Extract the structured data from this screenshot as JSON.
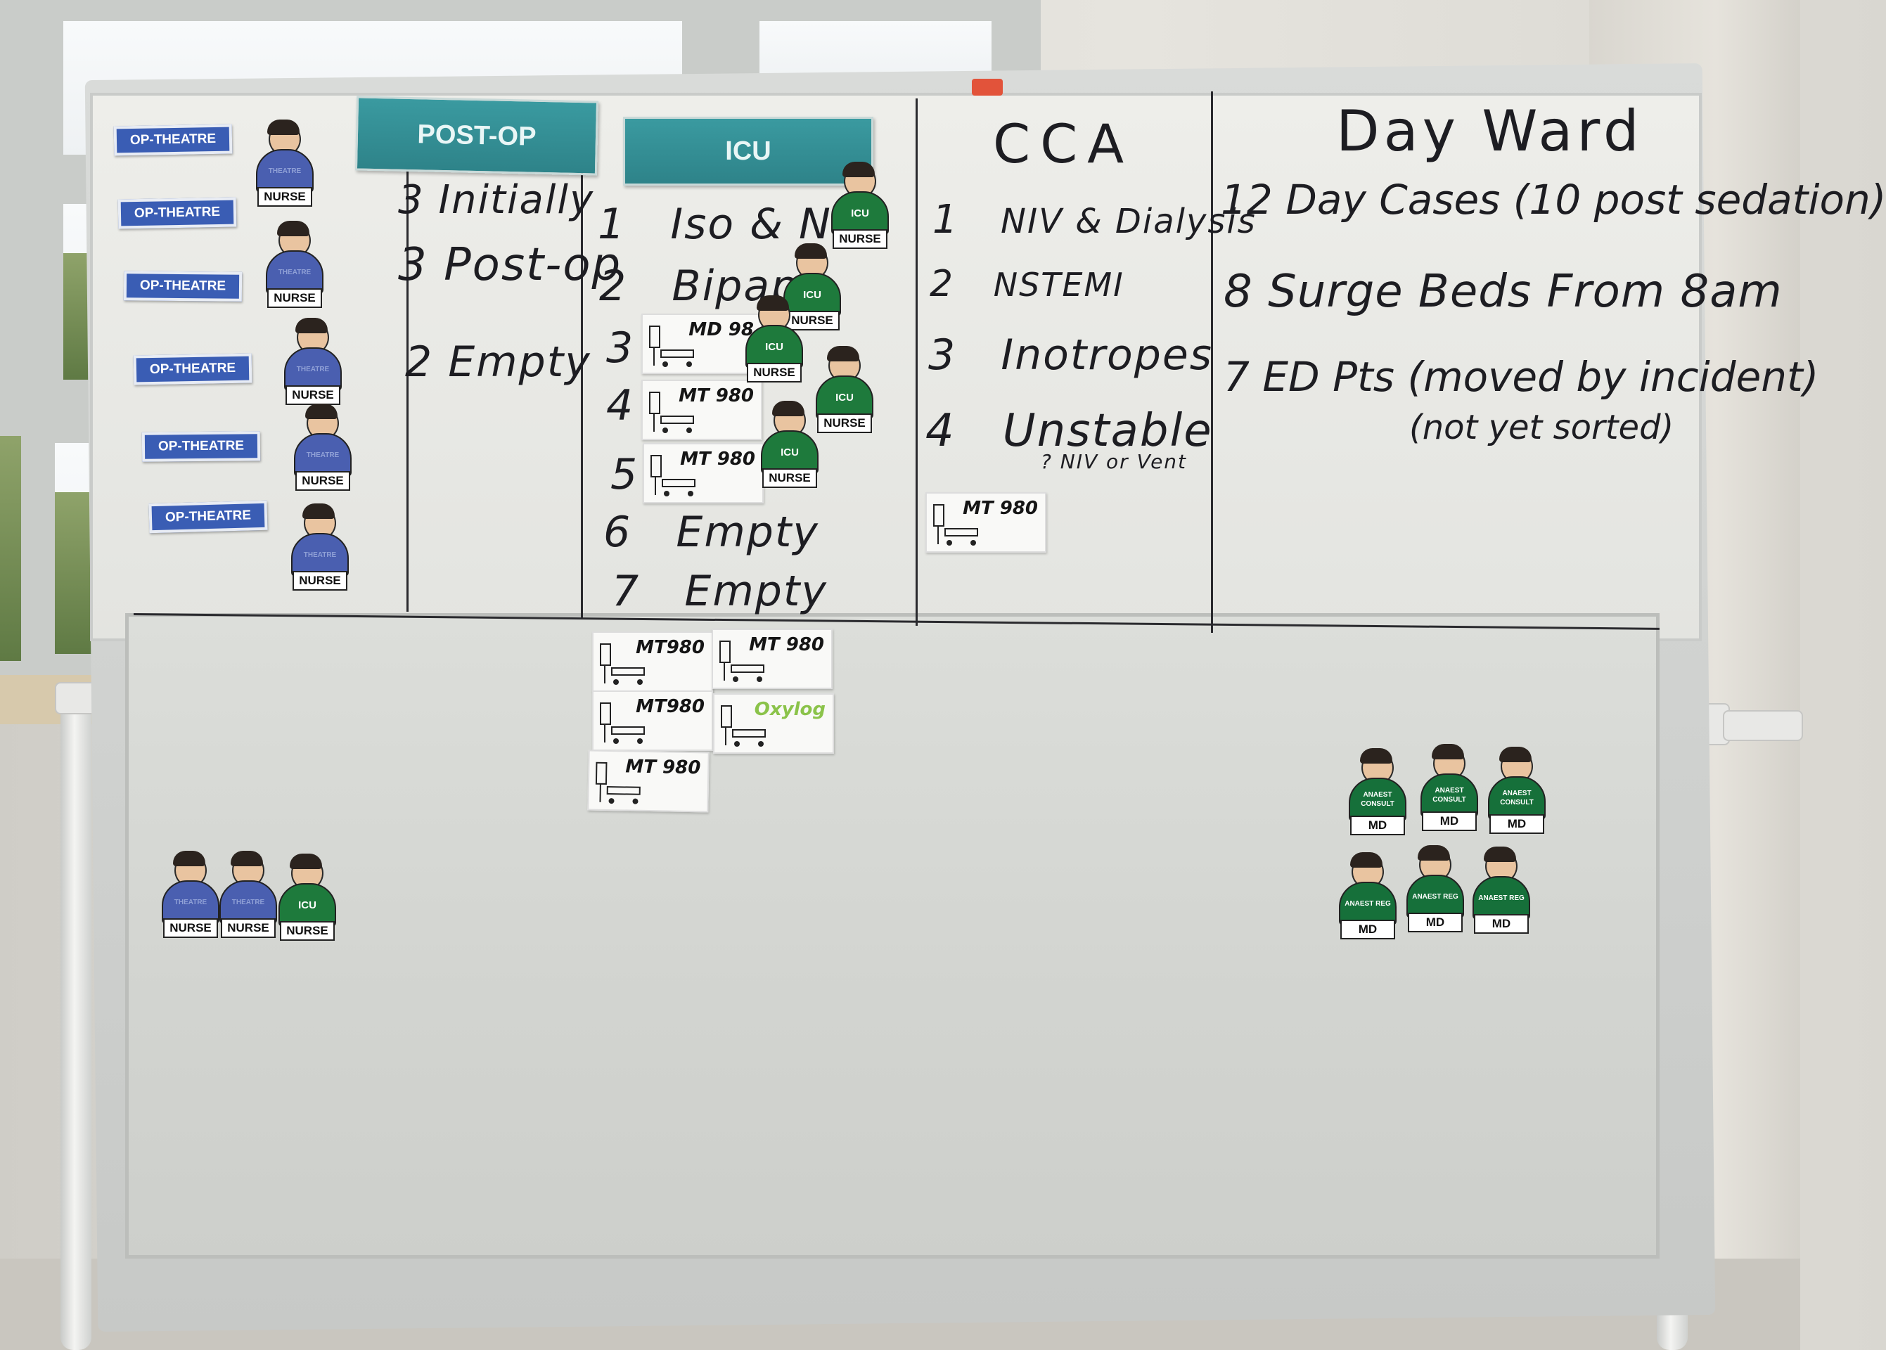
{
  "board": {
    "headers": {
      "post_op": "POST-OP",
      "icu": "ICU",
      "cca": "CCA",
      "day_ward": "Day Ward"
    },
    "theatre_tags": [
      "OP-THEATRE",
      "OP-THEATRE",
      "OP-THEATRE",
      "OP-THEATRE",
      "OP-THEATRE",
      "OP-THEATRE"
    ],
    "post_op_notes": [
      {
        "num": "3",
        "text": "Initially"
      },
      {
        "num": "3",
        "text": "Post-op"
      },
      {
        "num": "2",
        "text": "Empty"
      }
    ],
    "icu_beds": [
      {
        "num": "1",
        "text": "Iso & NIV"
      },
      {
        "num": "2",
        "text": "Bipap"
      },
      {
        "num": "3",
        "text": ""
      },
      {
        "num": "4",
        "text": ""
      },
      {
        "num": "5",
        "text": ""
      },
      {
        "num": "6",
        "text": "Empty"
      },
      {
        "num": "7",
        "text": "Empty"
      }
    ],
    "cca_beds": [
      {
        "num": "1",
        "text": "NIV & Dialysis"
      },
      {
        "num": "2",
        "text": "NSTEMI"
      },
      {
        "num": "3",
        "text": "Inotropes"
      },
      {
        "num": "4",
        "text": "Unstable",
        "sub": "? NIV or Vent"
      }
    ],
    "day_ward_notes": [
      {
        "line": "12 Day Cases (10 post sedation)"
      },
      {
        "line": "8 Surge Beds From 8am"
      },
      {
        "line": "7 ED Pts (moved by incident)"
      },
      {
        "line": "(not yet sorted)"
      }
    ]
  },
  "magnets": {
    "nurse_label": "NURSE",
    "md_label": "MD",
    "theatre_body": "THEATRE",
    "icu_body": "ICU",
    "anaest_consult_body": "ANAEST CONSULT",
    "anaest_reg_body": "ANAEST REG"
  },
  "equipment": {
    "icu_bed3": "MD 98",
    "icu_bed4": "MT 980",
    "icu_bed5": "MT 980",
    "cca": "MT 980",
    "lower": [
      "MT980",
      "MT 980",
      "MT980",
      "Oxylog",
      "MT 980"
    ]
  },
  "colors": {
    "theatre_blue": "#4a5fb0",
    "icu_green": "#1e7a3c",
    "header_teal": "#2e8389",
    "oxylog_green": "#8bc34a",
    "pin_red": "#e2533a"
  }
}
